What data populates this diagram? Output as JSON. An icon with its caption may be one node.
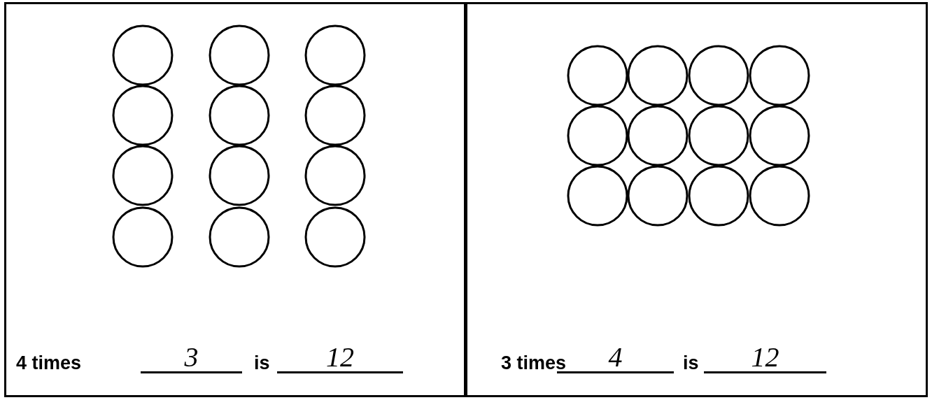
{
  "diagram": {
    "nodes": [
      {
        "text": [
          "4 times",
          "3",
          "is",
          "12"
        ]
      },
      {
        "text": [
          "3 times",
          "4",
          "is",
          "12"
        ]
      }
    ]
  }
}
